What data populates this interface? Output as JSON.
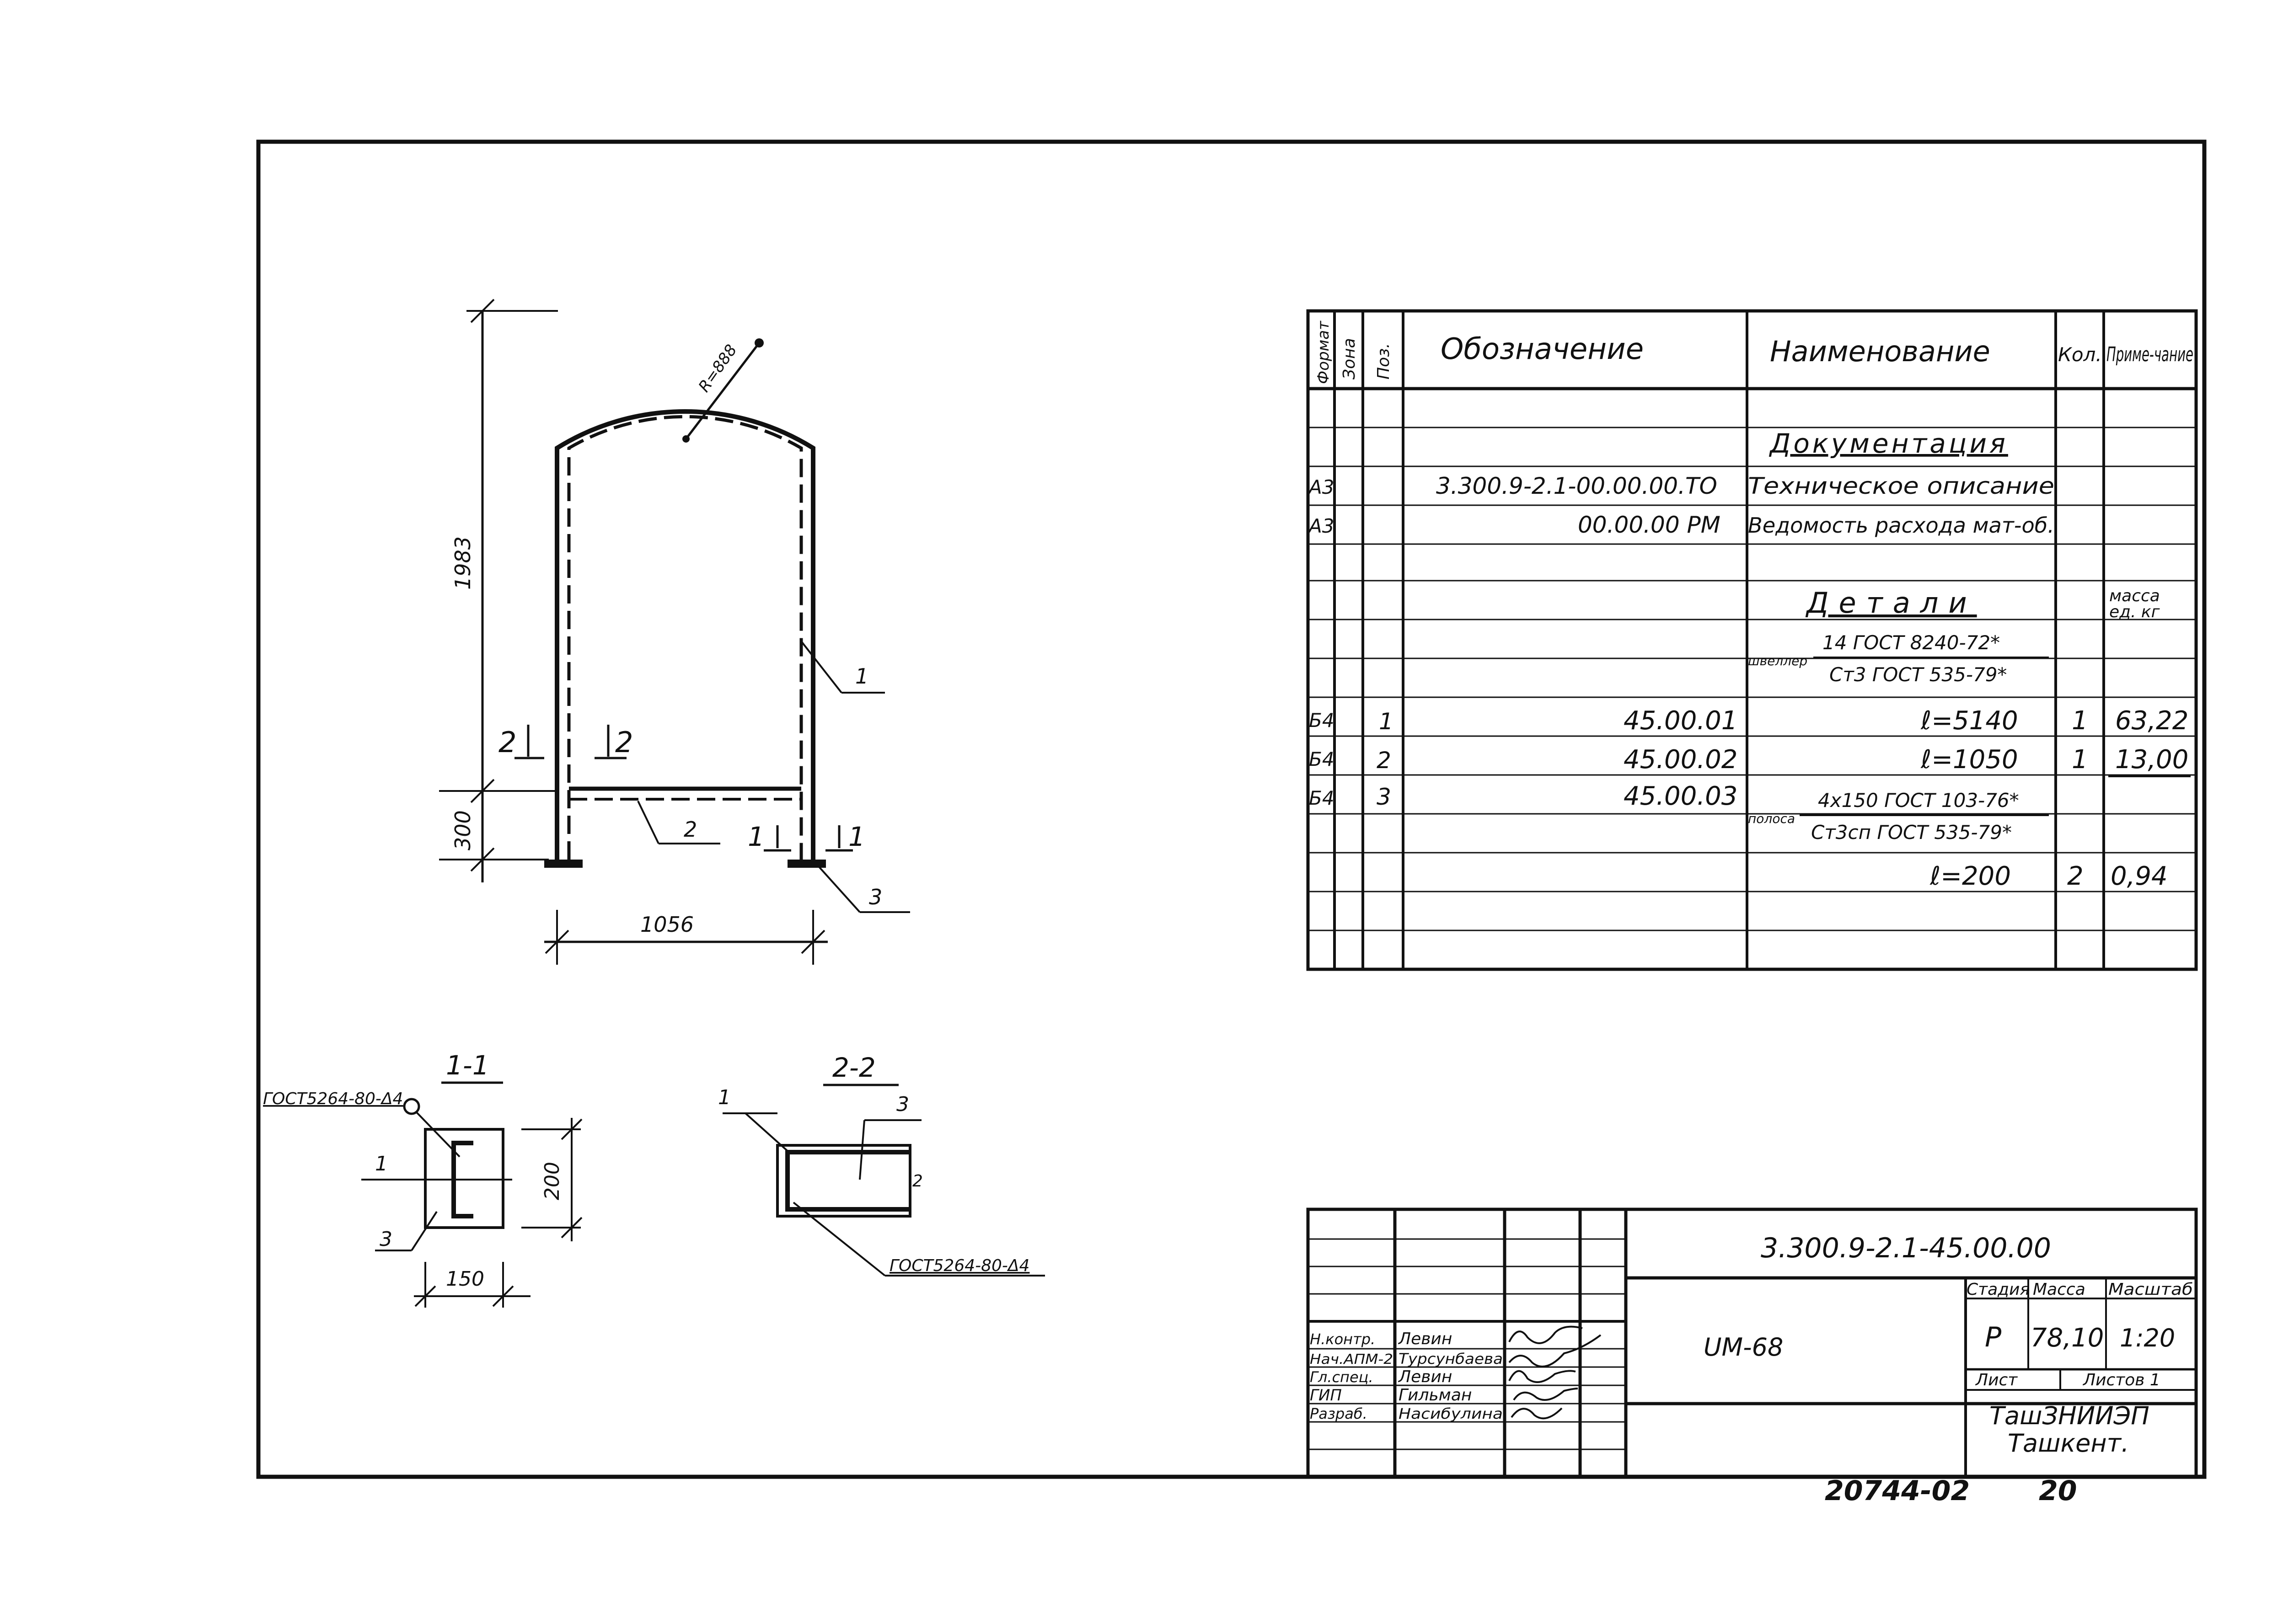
{
  "drawing": {
    "radius_label": "R=888",
    "height_label": "1983",
    "base_height_label": "300",
    "width_label": "1056",
    "section_1_label": "1",
    "section_2_label": "2",
    "pos1": "1",
    "pos2": "2",
    "pos3": "3"
  },
  "sections": {
    "s11": {
      "title": "1-1",
      "weld": "ГОСТ5264-80-Δ4",
      "pos1": "1",
      "pos3": "3",
      "dim_h": "200",
      "dim_w": "150"
    },
    "s22": {
      "title": "2-2",
      "pos1": "1",
      "pos3": "3",
      "pos2": "2",
      "weld": "ГОСТ5264-80-Δ4"
    }
  },
  "spec": {
    "headers": {
      "format": "Формат",
      "zone": "Зона",
      "pos": "Поз.",
      "designation": "Обозначение",
      "name": "Наименование",
      "qty": "Кол.",
      "note": "Приме-чание"
    },
    "doc_title": "Документация",
    "rows_doc": [
      {
        "format": "А3",
        "designation": "3.300.9-2.1-00.00.00.ТО",
        "name": "Техническое описание"
      },
      {
        "format": "А3",
        "designation": "00.00.00 РМ",
        "name": "Ведомость расхода мат-об."
      }
    ],
    "details_title": "Детали",
    "mass_note_1": "масса",
    "mass_note_2": "ед. кг",
    "channel_prefix": "швеллер",
    "channel_top": "14 ГОСТ 8240-72*",
    "channel_bottom": "Ст3 ГОСТ 535-79*",
    "rows_det": [
      {
        "format": "Б4",
        "pos": "1",
        "designation": "45.00.01",
        "name": "ℓ=5140",
        "qty": "1",
        "note": "63,22"
      },
      {
        "format": "Б4",
        "pos": "2",
        "designation": "45.00.02",
        "name": "ℓ=1050",
        "qty": "1",
        "note": "13,00"
      },
      {
        "format": "Б4",
        "pos": "3",
        "designation": "45.00.03",
        "name": "",
        "qty": "",
        "note": ""
      }
    ],
    "strip_prefix": "полоса",
    "strip_top": "4x150 ГОСТ 103-76*",
    "strip_bottom": "Ст3сп ГОСТ 535-79*",
    "strip_row": {
      "name": "ℓ=200",
      "qty": "2",
      "note": "0,94"
    }
  },
  "titleblock": {
    "code": "3.300.9-2.1-45.00.00",
    "item": "UМ-68",
    "hdr_stage": "Стадия",
    "hdr_mass": "Масса",
    "hdr_scale": "Масштаб",
    "stage": "Р",
    "mass": "78,10",
    "scale": "1:20",
    "sheet": "Лист",
    "sheets": "Листов 1",
    "org1": "ТашЗНИИЭП",
    "org2": "Ташкент.",
    "roles": [
      {
        "role": "Н.контр.",
        "name": "Левин"
      },
      {
        "role": "Нач.АПМ-2",
        "name": "Турсунбаева"
      },
      {
        "role": "Гл.спец.",
        "name": "Левин"
      },
      {
        "role": "ГИП",
        "name": "Гильман"
      },
      {
        "role": "Разраб.",
        "name": "Насибулина"
      }
    ]
  },
  "footer": {
    "inv": "20744-02",
    "page": "20"
  }
}
